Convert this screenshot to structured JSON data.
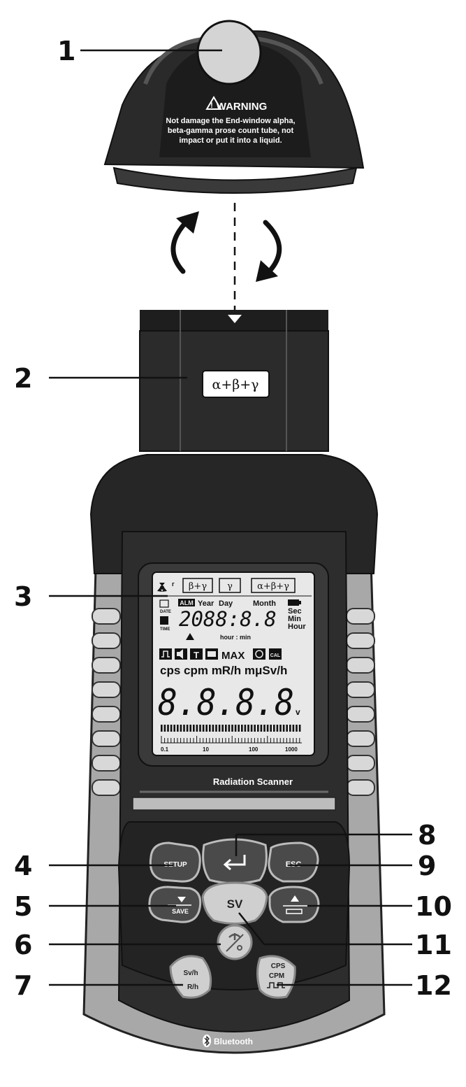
{
  "cap": {
    "warning_title": "WARNING",
    "warning_lines": [
      "Not damage the End-window alpha,",
      "beta-gamma prose count tube, not",
      "impact or put it into a liquid."
    ]
  },
  "probe": {
    "label": "α+β+γ"
  },
  "lcd": {
    "mode_boxes": [
      "β+γ",
      "γ",
      "α+β+γ"
    ],
    "alm": "ALM",
    "year": "Year",
    "day": "Day",
    "month": "Month",
    "date_small": "DATE",
    "time_small": "TIME",
    "clock_digits": "2088:8.8",
    "sec": "Sec",
    "min": "Min",
    "hour": "Hour",
    "hour_min": "hour : min",
    "max": "MAX",
    "cal": "CAL",
    "t_icon": "T",
    "units": "cps cpm mR/h mμSv/h",
    "main_digits": "8.8.8.8",
    "v": "v",
    "scale": [
      "0.1",
      "10",
      "100",
      "1000"
    ]
  },
  "device": {
    "brand": "Radiation Scanner",
    "bluetooth": "Bluetooth"
  },
  "buttons": {
    "setup": "SETUP",
    "esc": "ESC",
    "save": "SAVE",
    "sv": "SV",
    "svh": "Sv/h",
    "rh": "R/h",
    "cps": "CPS",
    "cpm": "CPM"
  },
  "callouts": [
    "1",
    "2",
    "3",
    "4",
    "5",
    "6",
    "7",
    "8",
    "9",
    "10",
    "11",
    "12"
  ]
}
